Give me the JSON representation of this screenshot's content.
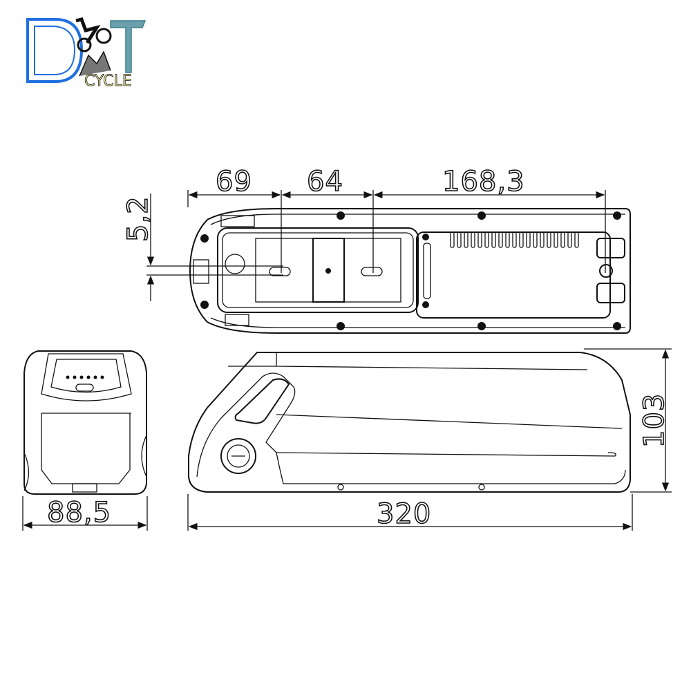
{
  "logo": {
    "letter_d": "D",
    "letter_t": "T",
    "word": "CYCLE",
    "colors": {
      "blue": "#1f6fe0",
      "teal": "#3a7f8f",
      "yellow": "#e8d800"
    }
  },
  "dimensions": {
    "top_left_segment": "69",
    "top_middle_segment": "64",
    "top_right_segment": "168,3",
    "slot_width": "5,2",
    "front_width": "88,5",
    "length": "320",
    "height": "103"
  }
}
